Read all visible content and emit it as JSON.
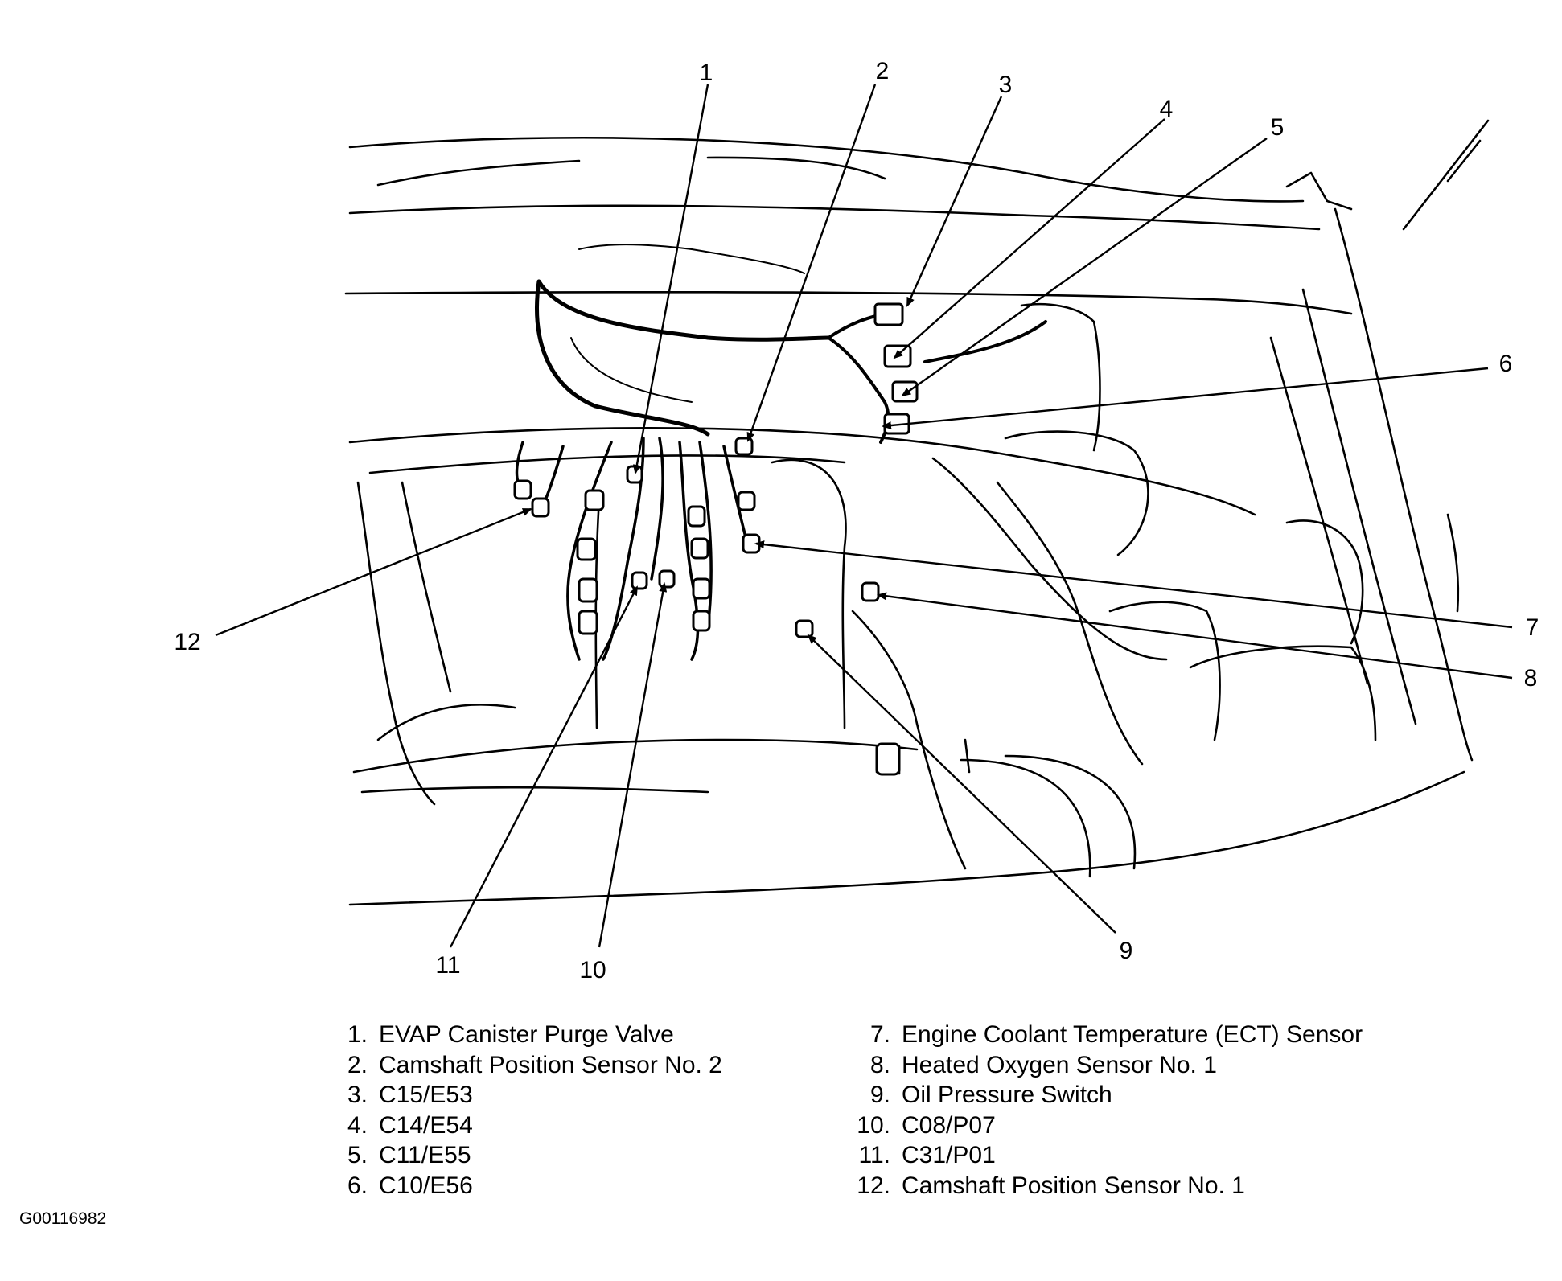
{
  "legend": [
    {
      "num": "1.",
      "label": "EVAP Canister Purge Valve"
    },
    {
      "num": "2.",
      "label": "Camshaft Position Sensor No. 2"
    },
    {
      "num": "3.",
      "label": "C15/E53"
    },
    {
      "num": "4.",
      "label": "C14/E54"
    },
    {
      "num": "5.",
      "label": "C11/E55"
    },
    {
      "num": "6.",
      "label": "C10/E56"
    },
    {
      "num": "7.",
      "label": "Engine Coolant Temperature (ECT) Sensor"
    },
    {
      "num": "8.",
      "label": "Heated Oxygen Sensor No. 1"
    },
    {
      "num": "9.",
      "label": "Oil Pressure Switch"
    },
    {
      "num": "10.",
      "label": "C08/P07"
    },
    {
      "num": "11.",
      "label": "C31/P01"
    },
    {
      "num": "12.",
      "label": "Camshaft Position Sensor No. 1"
    }
  ],
  "callouts": [
    "1",
    "2",
    "3",
    "4",
    "5",
    "6",
    "7",
    "8",
    "9",
    "10",
    "11",
    "12"
  ],
  "figure_code": "G00116982",
  "colors": {
    "line": "#000000",
    "background": "#ffffff"
  }
}
